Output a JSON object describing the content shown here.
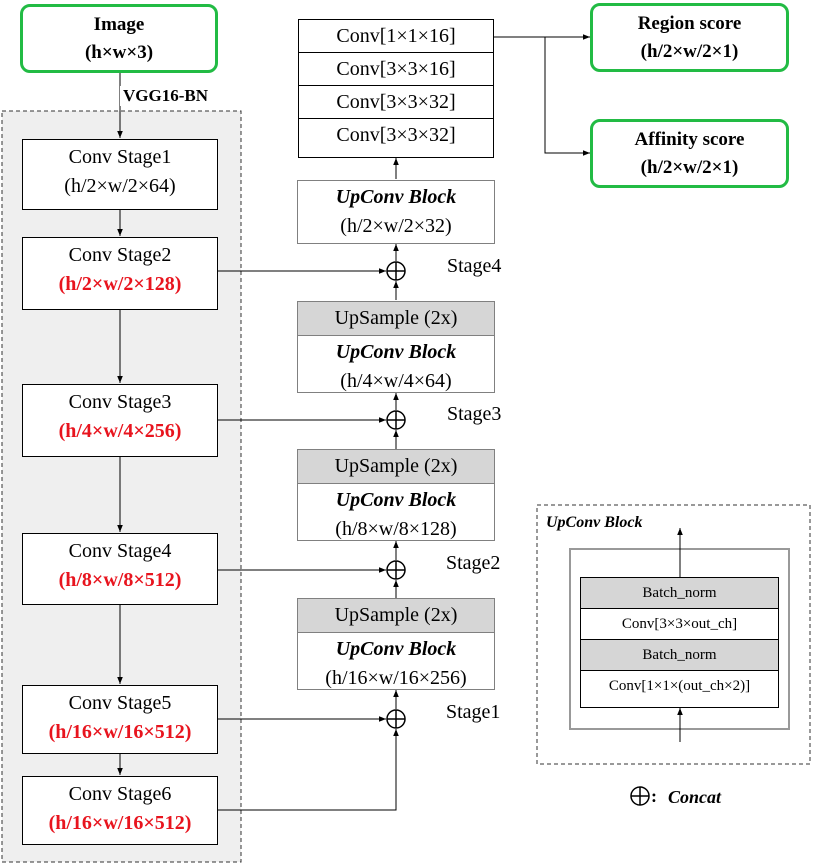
{
  "input": {
    "title": "Image",
    "size": "(h×w×3)"
  },
  "outputs": [
    {
      "title": "Region score",
      "size": "(h/2×w/2×1)"
    },
    {
      "title": "Affinity score",
      "size": "(h/2×w/2×1)"
    }
  ],
  "backbone_label": "VGG16-BN",
  "encoder": [
    {
      "label": "Conv Stage1",
      "size": "(h/2×w/2×64)"
    },
    {
      "label": "Conv Stage2",
      "size": "(h/2×w/2×128)"
    },
    {
      "label": "Conv Stage3",
      "size": "(h/4×w/4×256)"
    },
    {
      "label": "Conv Stage4",
      "size": "(h/8×w/8×512)"
    },
    {
      "label": "Conv Stage5",
      "size": "(h/16×w/16×512)"
    },
    {
      "label": "Conv Stage6",
      "size": "(h/16×w/16×512)"
    }
  ],
  "head_convs": [
    "Conv[1×1×16]",
    "Conv[3×3×16]",
    "Conv[3×3×32]",
    "Conv[3×3×32]"
  ],
  "decoder": [
    {
      "upsample": "",
      "block": "UpConv Block",
      "size": "(h/2×w/2×32)"
    },
    {
      "upsample": "UpSample (2x)",
      "block": "UpConv Block",
      "size": "(h/4×w/4×64)"
    },
    {
      "upsample": "UpSample (2x)",
      "block": "UpConv Block",
      "size": "(h/8×w/8×128)"
    },
    {
      "upsample": "UpSample (2x)",
      "block": "UpConv Block",
      "size": "(h/16×w/16×256)"
    }
  ],
  "stages": [
    "Stage4",
    "Stage3",
    "Stage2",
    "Stage1"
  ],
  "legend": {
    "title": "UpConv Block",
    "layers": [
      "Batch_norm",
      "Conv[3×3×out_ch]",
      "Batch_norm",
      "Conv[1×1×(out_ch×2)]"
    ],
    "concat_symbol": "⊕:",
    "concat_label": "Concat"
  },
  "colors": {
    "output_border": "#22bb44",
    "highlight_text": "#e8141e",
    "gray_fill": "#d6d6d6",
    "backbone_fill": "#efefef"
  }
}
